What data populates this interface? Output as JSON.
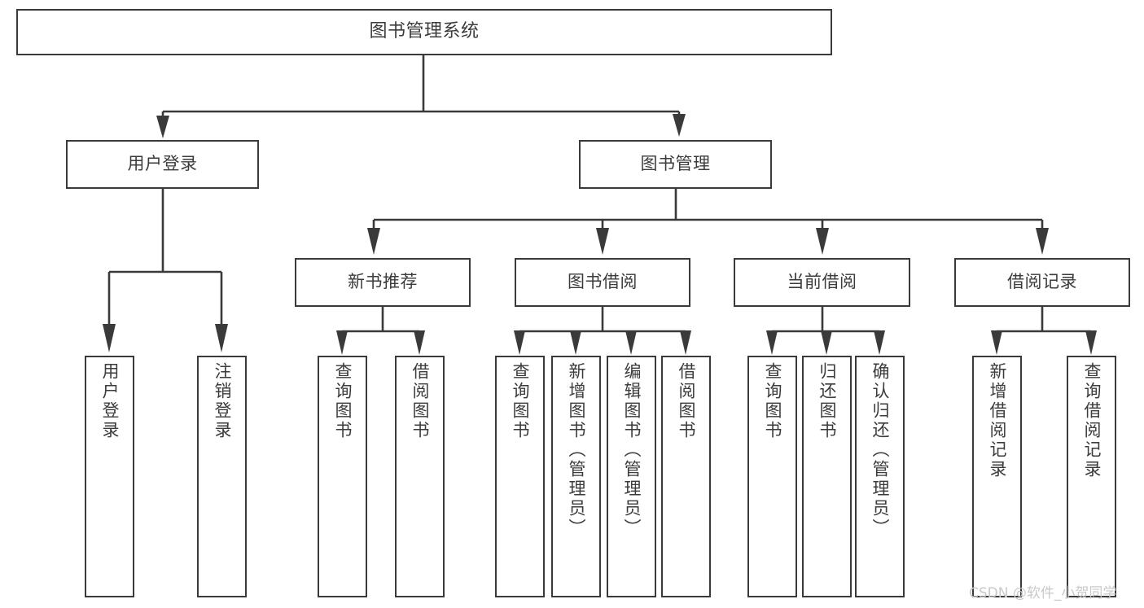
{
  "diagram": {
    "title": "图书管理系统",
    "type": "hierarchy-tree",
    "stroke_color": "#3a3a3a",
    "text_color": "#3b3b3b",
    "background_color": "#ffffff"
  },
  "nodes": {
    "root": {
      "label": "图书管理系统"
    },
    "level2": [
      {
        "label": "用户登录"
      },
      {
        "label": "图书管理"
      }
    ],
    "level3": [
      {
        "label": "新书推荐"
      },
      {
        "label": "图书借阅"
      },
      {
        "label": "当前借阅"
      },
      {
        "label": "借阅记录"
      }
    ],
    "leaves_user_login": [
      {
        "label": "用户登录"
      },
      {
        "label": "注销登录"
      }
    ],
    "leaves_new_book": [
      {
        "label": "查询图书"
      },
      {
        "label": "借阅图书"
      }
    ],
    "leaves_borrow": [
      {
        "label": "查询图书"
      },
      {
        "label": "新增图书（管理员）"
      },
      {
        "label": "编辑图书（管理员）"
      },
      {
        "label": "借阅图书"
      }
    ],
    "leaves_current": [
      {
        "label": "查询图书"
      },
      {
        "label": "归还图书"
      },
      {
        "label": "确认归还（管理员）"
      }
    ],
    "leaves_records": [
      {
        "label": "新增借阅记录"
      },
      {
        "label": "查询借阅记录"
      }
    ]
  },
  "watermark": {
    "text": "CSDN @软件_小贺同学"
  }
}
